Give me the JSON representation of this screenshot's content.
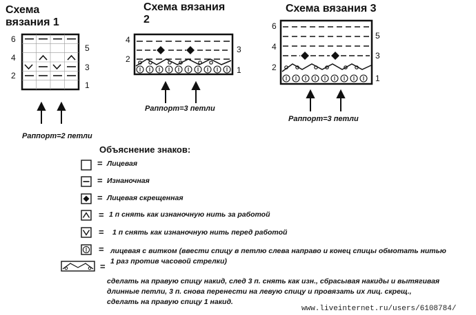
{
  "charts": [
    {
      "title_lines": [
        "Схема",
        "вязания 1"
      ],
      "row_labels_left": [
        "6",
        "4",
        "2"
      ],
      "row_labels_right": [
        "5",
        "3",
        "1"
      ],
      "rapport": "Раппорт=2 петли"
    },
    {
      "title_lines": [
        "Схема вязания",
        "2"
      ],
      "row_labels_left": [
        "4",
        "2"
      ],
      "row_labels_right": [
        "3",
        "1"
      ],
      "rapport": "Раппорт=3 петли"
    },
    {
      "title_lines": [
        "Схема вязания 3"
      ],
      "row_labels_left": [
        "6",
        "4",
        "2"
      ],
      "row_labels_right": [
        "5",
        "3",
        "1"
      ],
      "rapport": "Раппорт=3 петли"
    }
  ],
  "legend": {
    "heading": "Объяснение знаков:",
    "equals": "=",
    "items": [
      {
        "symbol": "knit-symbol",
        "text": "Лицевая"
      },
      {
        "symbol": "purl-symbol",
        "text": "Изнаночная"
      },
      {
        "symbol": "crossed-knit-symbol",
        "text": "Лицевая скрещенная"
      },
      {
        "symbol": "slip-behind-symbol",
        "text": "1 п снять как изнаночную нить за работой"
      },
      {
        "symbol": "slip-front-symbol",
        "text": "1 п снять как изнаночную нить перед работой"
      },
      {
        "symbol": "wrap-knit-symbol",
        "text": "лицевая с витком (ввести спицу в петлю слева направо и конец спицы обмотать нитью",
        "text2": "1 раз против часовой стрелки)"
      },
      {
        "symbol": "elongated-loops-symbol",
        "text": "сделать на правую спицу накид, след 3 п. снять как изн., сбрасывая накиды и вытягивая",
        "text2": "длинные петли, 3 п. снова перенести на левую спицу и провязать их лиц. скрещ.,",
        "text3": "сделать на правую спицу 1 накид."
      }
    ]
  },
  "watermark": "www.liveinternet.ru/users/6108784/"
}
